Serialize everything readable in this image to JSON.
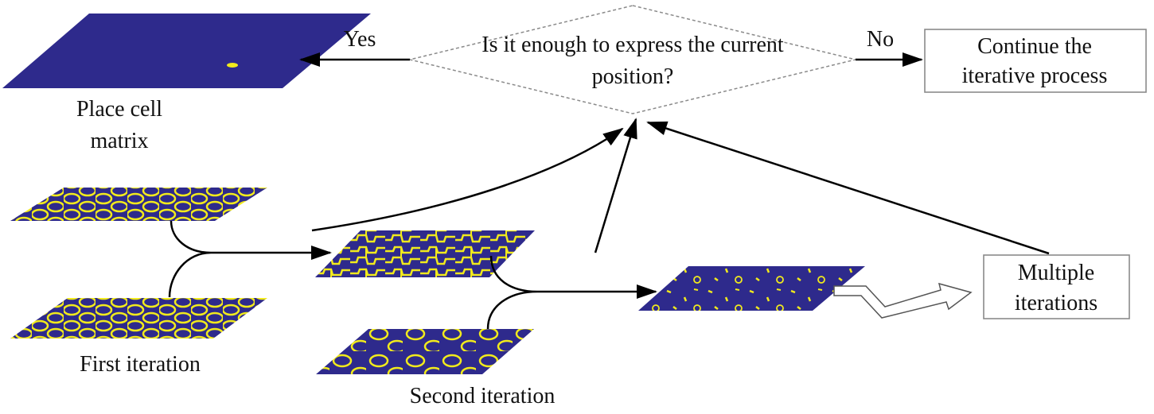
{
  "decision": {
    "line1": "Is it enough to express the current",
    "line2": "position?"
  },
  "branches": {
    "yes": "Yes",
    "no": "No"
  },
  "continue_box": {
    "line1": "Continue the",
    "line2": "iterative process"
  },
  "place_cell": {
    "line1": "Place cell",
    "line2": "matrix"
  },
  "first_iteration": "First iteration",
  "second_iteration": "Second iteration",
  "multiple_box": {
    "line1": "Multiple",
    "line2": "iterations"
  },
  "colors": {
    "matrix_fill": "#2e2a8c",
    "pattern": "#f1ea1c",
    "arrow": "#000000",
    "box_border": "#8a8a8a"
  }
}
